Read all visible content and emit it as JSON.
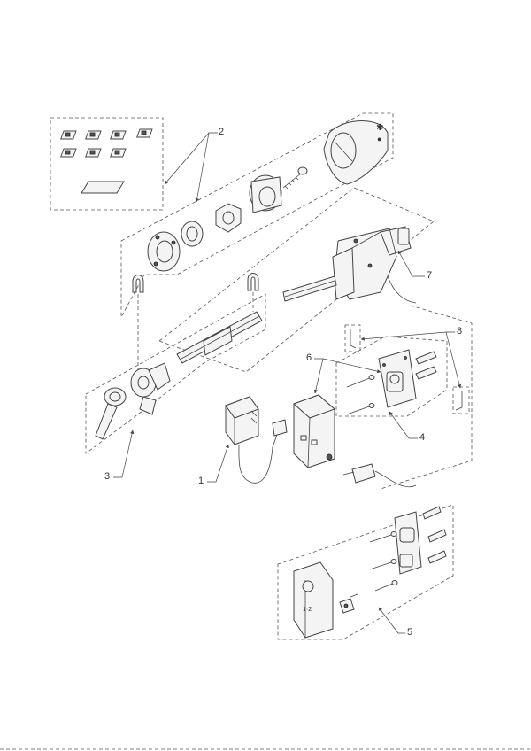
{
  "callouts": {
    "c1": "1",
    "c2": "2",
    "c3": "3",
    "c4": "4",
    "c5": "5",
    "c6": "6",
    "c7": "7",
    "c8": "8"
  },
  "colors": {
    "line": "#444444",
    "background": "#ffffff"
  }
}
